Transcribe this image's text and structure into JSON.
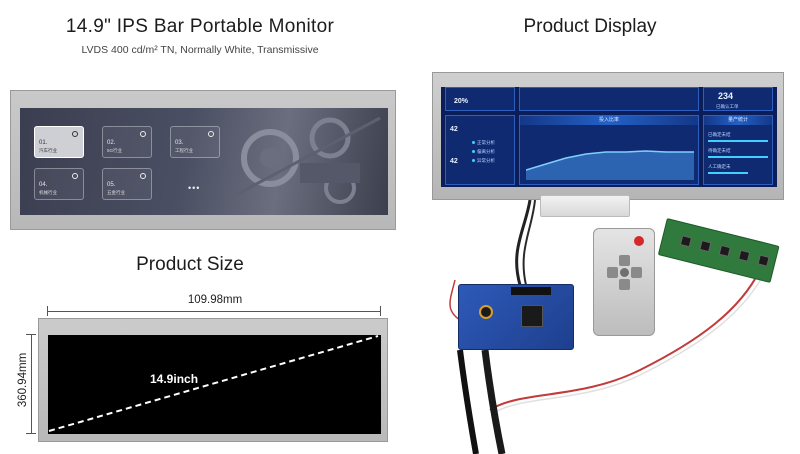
{
  "header": {
    "title": "14.9\" IPS Bar Portable Monitor",
    "specs": "LVDS  400 cd/m²  TN, Normally White, Transmissive"
  },
  "sections": {
    "display_title": "Product Display",
    "size_title": "Product Size"
  },
  "demo_screen": {
    "tiles": [
      {
        "num": "01.",
        "label": "汽车行业"
      },
      {
        "num": "02.",
        "label": "5G行业"
      },
      {
        "num": "03.",
        "label": "工程行业"
      },
      {
        "num": "04.",
        "label": "机械行业"
      },
      {
        "num": "05.",
        "label": "五金行业"
      }
    ],
    "more": "•••"
  },
  "dimensions": {
    "width": "109.98mm",
    "height": "360.94mm",
    "diagonal": "14.9inch"
  },
  "dashboard": {
    "stat_top_left": "20%",
    "stat_top_right": "234",
    "panel_center_title": "投入比率",
    "panel_right_title": "量产统计",
    "left_value_1": "42",
    "left_value_2": "42",
    "legend": [
      "正常分析",
      "偏离分析",
      "异常分析"
    ],
    "right_items": [
      "已确定未结",
      "待确定未结",
      "人工确定未"
    ],
    "right_label": "已确认工单"
  },
  "colors": {
    "dashboard_bg": "#0b1e5a",
    "accent_blue": "#2e5fbf",
    "board_blue": "#2d5ab8",
    "remote_power": "#d42a2a",
    "keypad_green": "#2f7a3c",
    "cable_red": "#c23a3a"
  }
}
